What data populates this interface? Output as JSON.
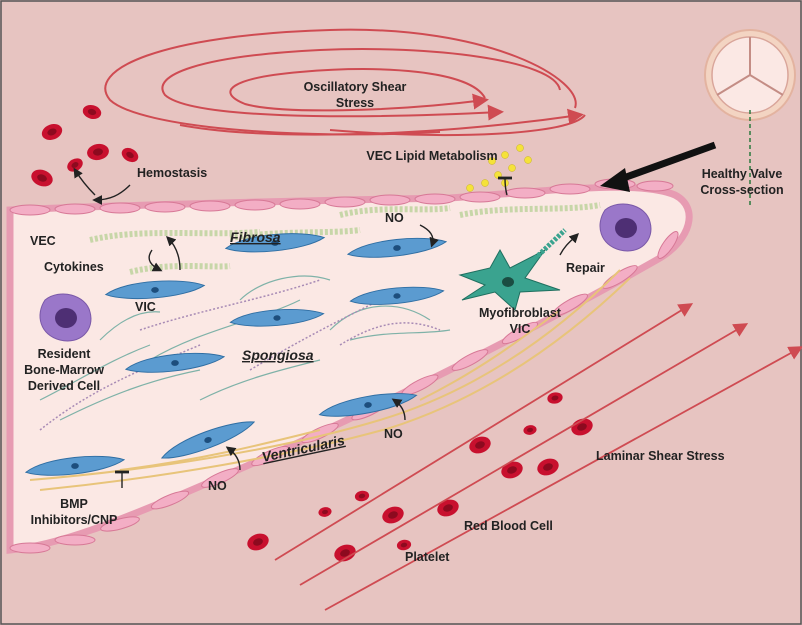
{
  "labels": {
    "oscillatory_1": "Oscillatory Shear",
    "oscillatory_2": "Stress",
    "vec_lipid": "VEC Lipid Metabolism",
    "healthy_1": "Healthy Valve",
    "healthy_2": "Cross-section",
    "hemostasis": "Hemostasis",
    "vec": "VEC",
    "cytokines": "Cytokines",
    "vic": "VIC",
    "fibrosa": "Fibrosa",
    "no_top": "NO",
    "myofib_1": "Myofibroblast",
    "myofib_2": "VIC",
    "repair": "Repair",
    "resident_1": "Resident",
    "resident_2": "Bone-Marrow",
    "resident_3": "Derived Cell",
    "spongiosa": "Spongiosa",
    "no_mid": "NO",
    "no_bottom": "NO",
    "ventricularis": "Ventricularis",
    "laminar": "Laminar Shear Stress",
    "bmp_1": "BMP",
    "bmp_2": "Inhibitors/CNP",
    "rbc": "Red Blood Cell",
    "platelet": "Platelet"
  },
  "colors": {
    "background": "#e7c4c1",
    "tissue": "#fbe8e4",
    "endothelium": "#f0a9c1",
    "vic": "#5b9bd0",
    "myofibroblast": "#3aa38f",
    "rbc": "#c8102e",
    "arrow_red": "#cf4b52",
    "lipid": "#f5e23a",
    "bone_marrow_cell": "#9a77c9"
  }
}
